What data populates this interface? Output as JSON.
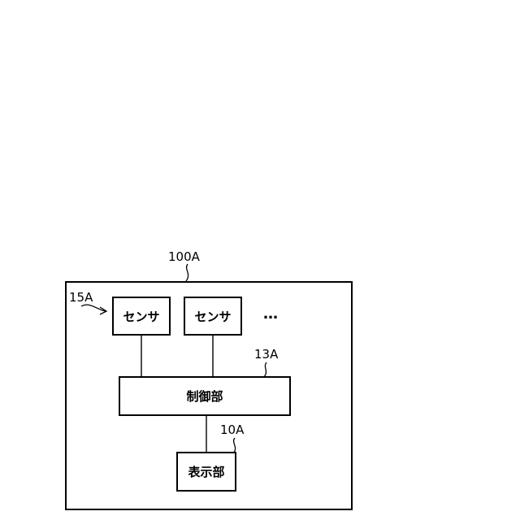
{
  "diagram": {
    "device": {
      "ref": "100A"
    },
    "sensor_group": {
      "ref": "15A"
    },
    "sensors": [
      {
        "label": "センサ"
      },
      {
        "label": "センサ"
      }
    ],
    "more_indicator": "…",
    "controller": {
      "ref": "13A",
      "label": "制御部"
    },
    "display": {
      "ref": "10A",
      "label": "表示部"
    },
    "colors": {
      "line": "#000000",
      "background": "#ffffff"
    }
  }
}
